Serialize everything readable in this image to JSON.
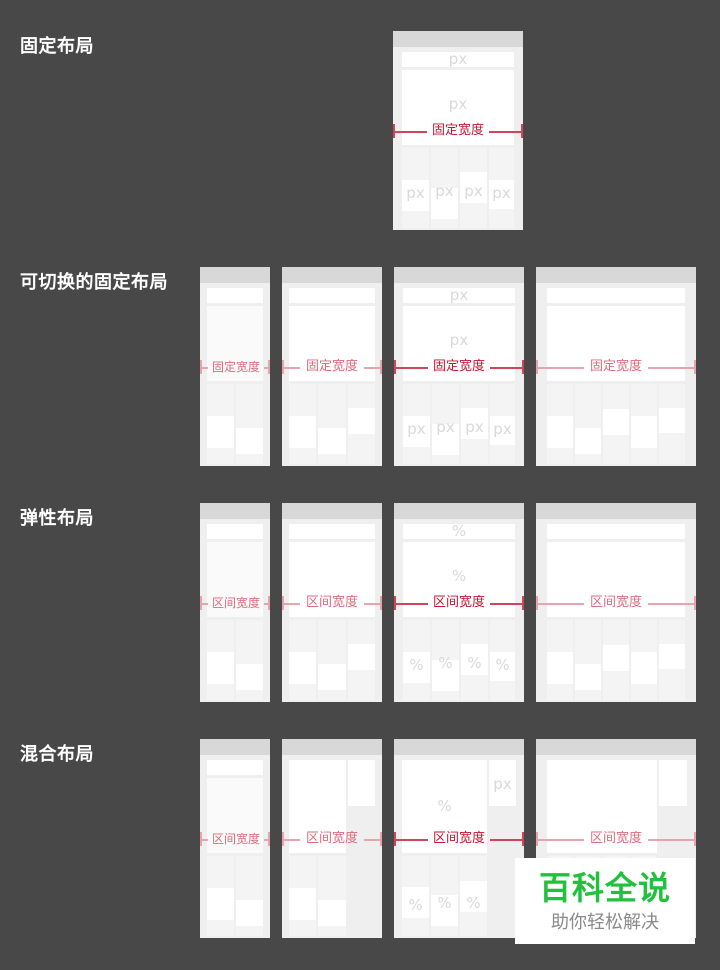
{
  "rows": [
    {
      "title": "固定布局",
      "measure_label": "固定宽度",
      "unit": "px"
    },
    {
      "title": "可切换的固定布局",
      "measure_label": "固定宽度",
      "unit": "px"
    },
    {
      "title": "弹性布局",
      "measure_label": "区间宽度",
      "unit": "%"
    },
    {
      "title": "混合布局",
      "measure_label": "区间宽度",
      "unit": "%",
      "side_unit": "px"
    }
  ],
  "watermark": {
    "title": "百科全说",
    "subtitle": "助你轻松解决"
  },
  "colors": {
    "background": "#484848",
    "panel": "#efefef",
    "accent": "#c3162f",
    "watermark_green": "#1fc23a"
  }
}
